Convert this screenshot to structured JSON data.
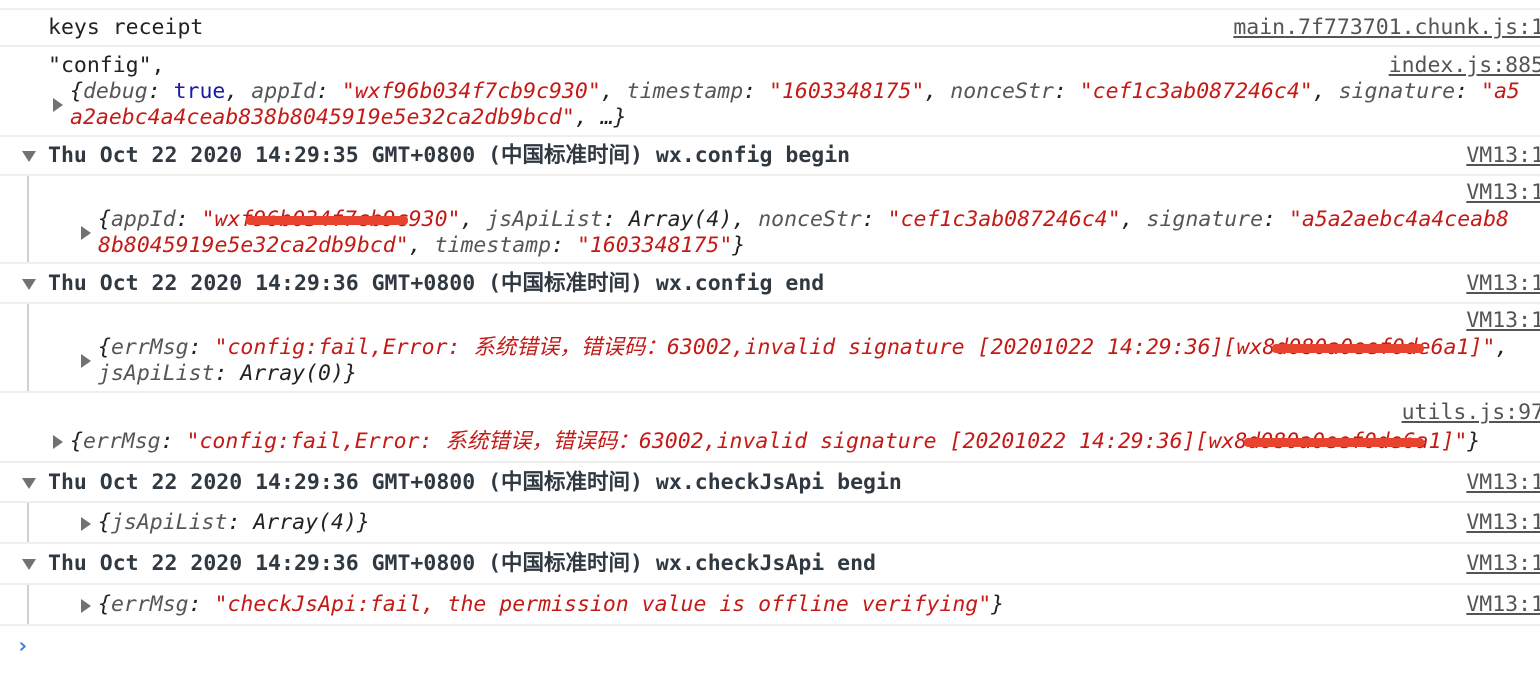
{
  "messages": [
    {
      "text": "keys receipt",
      "source": "main.7f773701.chunk.js:1"
    },
    {
      "text": "\"config\",",
      "source": "index.js:885",
      "lines": [
        [
          [
            "p",
            "{"
          ],
          [
            "k",
            "debug"
          ],
          [
            "p",
            ": "
          ],
          [
            "kw",
            "true"
          ],
          [
            "p",
            ", "
          ],
          [
            "k",
            "appId"
          ],
          [
            "p",
            ": "
          ],
          [
            "s",
            "\"wxf96b034f7cb9c930\""
          ],
          [
            "p",
            ", "
          ],
          [
            "k",
            "timestamp"
          ],
          [
            "p",
            ": "
          ],
          [
            "s",
            "\"1603348175\""
          ],
          [
            "p",
            ", "
          ],
          [
            "k",
            "nonceStr"
          ],
          [
            "p",
            ": "
          ],
          [
            "s",
            "\"cef1c3ab087246c4\""
          ],
          [
            "p",
            ", "
          ],
          [
            "k",
            "signature"
          ],
          [
            "p",
            ": "
          ],
          [
            "s",
            "\"a5"
          ]
        ],
        [
          [
            "s",
            "a2aebc4a4ceab838b8045919e5e32ca2db9bcd\""
          ],
          [
            "p",
            ", …}"
          ]
        ]
      ]
    },
    {
      "header": "Thu Oct 22 2020 14:29:35 GMT+0800 (中国标准时间) wx.config begin",
      "source": "VM13:1",
      "child_source": "VM13:1",
      "lines": [
        [
          [
            "p",
            "{"
          ],
          [
            "k",
            "appId"
          ],
          [
            "p",
            ": "
          ],
          [
            "s",
            "\"wxf96b034f7cb9c930\""
          ],
          [
            "p",
            ", "
          ],
          [
            "k",
            "jsApiList"
          ],
          [
            "p",
            ": Array(4), "
          ],
          [
            "k",
            "nonceStr"
          ],
          [
            "p",
            ": "
          ],
          [
            "s",
            "\"cef1c3ab087246c4\""
          ],
          [
            "p",
            ", "
          ],
          [
            "k",
            "signature"
          ],
          [
            "p",
            ": "
          ],
          [
            "s",
            "\"a5a2aebc4a4ceab8"
          ]
        ],
        [
          [
            "s",
            "8b8045919e5e32ca2db9bcd\""
          ],
          [
            "p",
            ", "
          ],
          [
            "k",
            "timestamp"
          ],
          [
            "p",
            ": "
          ],
          [
            "s",
            "\"1603348175\""
          ],
          [
            "p",
            "}"
          ]
        ]
      ]
    },
    {
      "header": "Thu Oct 22 2020 14:29:36 GMT+0800 (中国标准时间) wx.config end",
      "source": "VM13:1",
      "child_source": "VM13:1",
      "lines": [
        [
          [
            "p",
            "{"
          ],
          [
            "k",
            "errMsg"
          ],
          [
            "p",
            ": "
          ],
          [
            "s",
            "\"config:fail,Error: 系统错误，错误码：63002,invalid signature [20201022 14:29:36][wx8d080a0eef0de6a1]\""
          ],
          [
            "p",
            ","
          ]
        ],
        [
          [
            "k",
            "jsApiList"
          ],
          [
            "p",
            ": Array(0)}"
          ]
        ]
      ]
    },
    {
      "source": "utils.js:97",
      "lines": [
        [
          [
            "p",
            "{"
          ],
          [
            "k",
            "errMsg"
          ],
          [
            "p",
            ": "
          ],
          [
            "s",
            "\"config:fail,Error: 系统错误，错误码：63002,invalid signature [20201022 14:29:36][wx8d080a0eef0de6a1]\""
          ],
          [
            "p",
            "}"
          ]
        ]
      ]
    },
    {
      "header": "Thu Oct 22 2020 14:29:36 GMT+0800 (中国标准时间) wx.checkJsApi begin",
      "source": "VM13:1",
      "child_source": "VM13:1",
      "lines": [
        [
          [
            "p",
            "{"
          ],
          [
            "k",
            "jsApiList"
          ],
          [
            "p",
            ": Array(4)}"
          ]
        ]
      ]
    },
    {
      "header": "Thu Oct 22 2020 14:29:36 GMT+0800 (中国标准时间) wx.checkJsApi end",
      "source": "VM13:1",
      "child_source": "VM13:1",
      "lines": [
        [
          [
            "p",
            "{"
          ],
          [
            "k",
            "errMsg"
          ],
          [
            "p",
            ": "
          ],
          [
            "s",
            "\"checkJsApi:fail, the permission value is offline verifying\""
          ],
          [
            "p",
            "}"
          ]
        ]
      ]
    }
  ],
  "colors": {
    "string": "#c41a16",
    "keyword": "#1a1aa6",
    "link": "#545454",
    "prompt": "#367cf1",
    "redaction": "#e8432e"
  },
  "icons": {
    "expand": "triangle-right-icon",
    "collapse": "triangle-down-icon",
    "prompt": "chevron-right-icon"
  }
}
